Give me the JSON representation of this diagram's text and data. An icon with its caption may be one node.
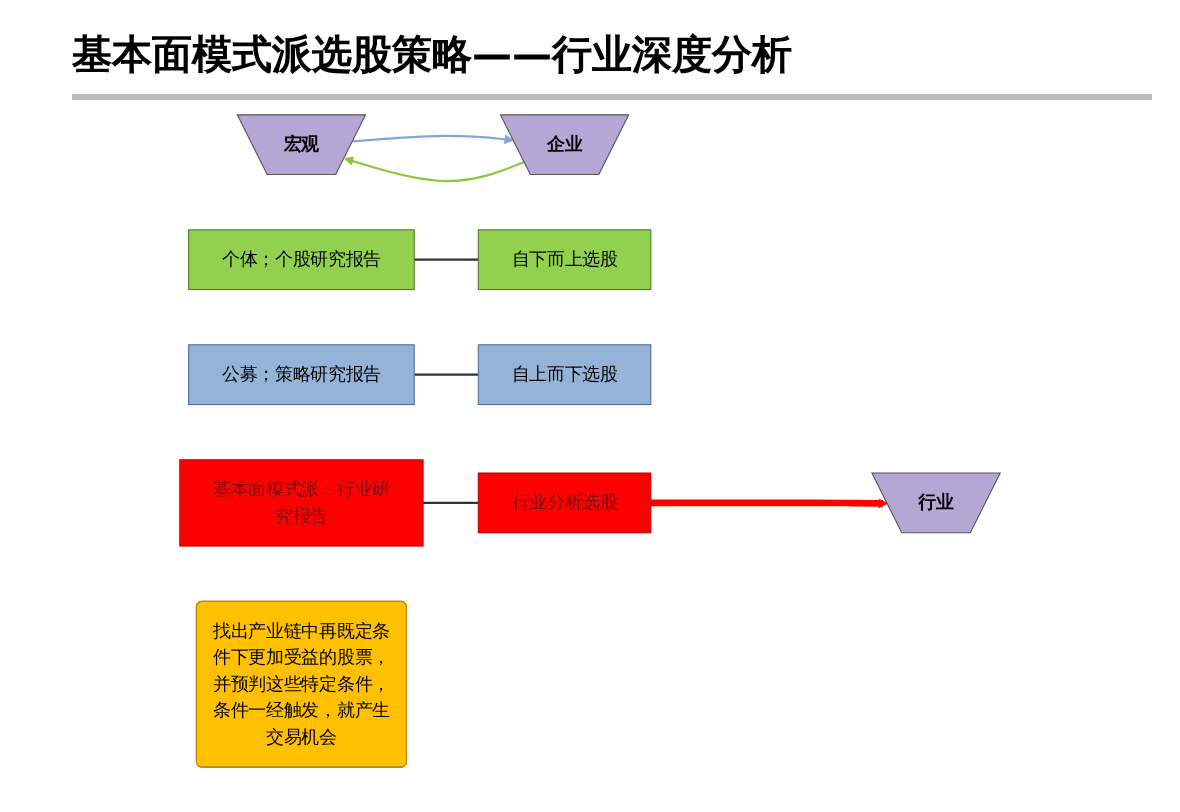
{
  "diagram": {
    "title": "基本面模式派选股策略——行业深度分析",
    "nodes": [
      {
        "text": [
          "宏观"
        ]
      },
      {
        "text": [
          "行业"
        ]
      },
      {
        "text": [
          "企业"
        ]
      },
      {
        "text": [
          "自下而上选股"
        ]
      },
      {
        "text": [
          "个体；个股研究报告"
        ]
      },
      {
        "text": [
          "自上而下选股"
        ]
      },
      {
        "text": [
          "公募；策略研究报告"
        ]
      },
      {
        "text": [
          "行业分析选股"
        ]
      },
      {
        "text": [
          "基本面模式派；行业研究报告"
        ]
      },
      {
        "text": [
          "找出产业链中再既定条件下更加受益的股票，并预判这些特定条件，条件一经触发，就产生交易机会"
        ]
      }
    ],
    "edges": [
      {
        "from": 2,
        "to": 0,
        "arrow": "to",
        "color": "#8dc63f"
      },
      {
        "from": 0,
        "to": 2,
        "arrow": "to",
        "color": "#7fa7d6"
      },
      {
        "from": 7,
        "to": 1,
        "arrow": "to",
        "style": "thick",
        "color": "#ff0000"
      },
      {
        "from": 4,
        "to": 3,
        "arrow": "none"
      },
      {
        "from": 6,
        "to": 5,
        "arrow": "none"
      },
      {
        "from": 8,
        "to": 7,
        "arrow": "none"
      }
    ]
  }
}
